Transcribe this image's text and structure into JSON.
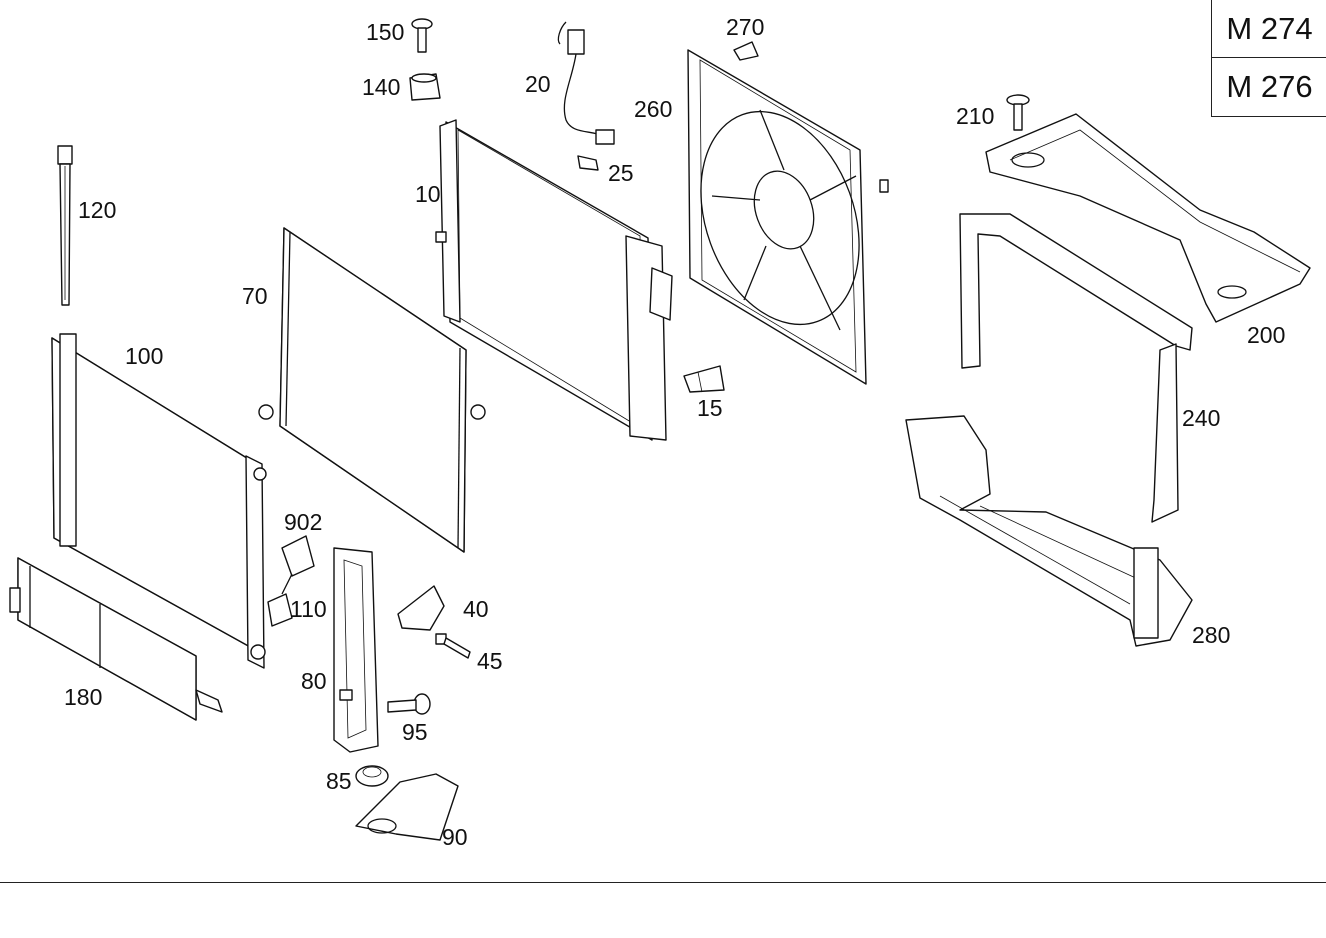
{
  "engine_codes": [
    "M 274",
    "M 276"
  ],
  "parts": {
    "p10": "10",
    "p15": "15",
    "p20": "20",
    "p25": "25",
    "p40": "40",
    "p45": "45",
    "p70": "70",
    "p80": "80",
    "p85": "85",
    "p90": "90",
    "p95": "95",
    "p100": "100",
    "p110": "110",
    "p120": "120",
    "p140": "140",
    "p150": "150",
    "p180": "180",
    "p200": "200",
    "p210": "210",
    "p240": "240",
    "p260": "260",
    "p270": "270",
    "p280": "280",
    "p902": "902"
  }
}
